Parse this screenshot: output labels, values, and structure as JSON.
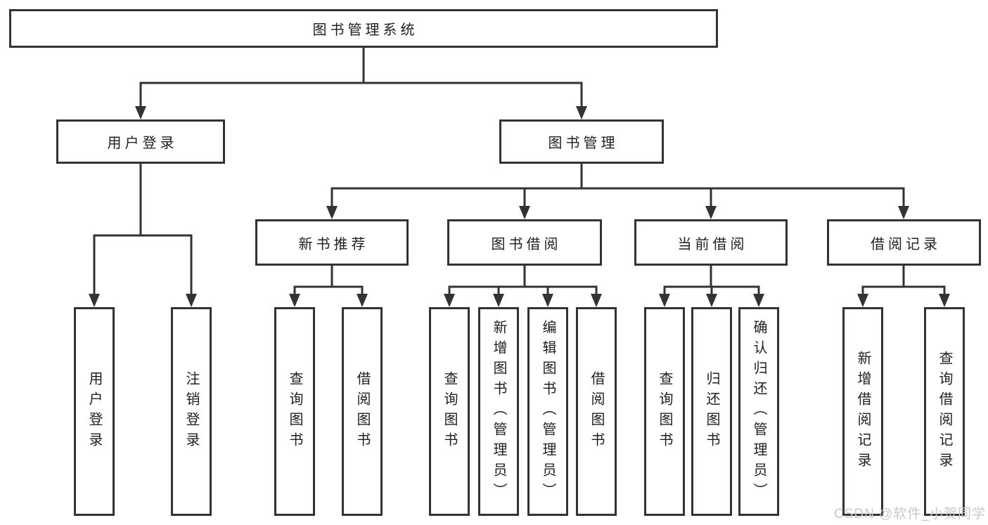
{
  "diagram_title": "图书管理系统",
  "nodes": {
    "root": {
      "label": "图书管理系统"
    },
    "user_login": {
      "label": "用户登录"
    },
    "book_mgmt": {
      "label": "图书管理"
    },
    "new_book_rec": {
      "label": "新书推荐"
    },
    "book_borrow": {
      "label": "图书借阅"
    },
    "current_borrow": {
      "label": "当前借阅"
    },
    "borrow_records": {
      "label": "借阅记录"
    },
    "ul_login": {
      "label": "用户登录"
    },
    "ul_logout": {
      "label": "注销登录"
    },
    "nb_query": {
      "label": "查询图书"
    },
    "nb_borrow": {
      "label": "借阅图书"
    },
    "bb_query": {
      "label": "查询图书"
    },
    "bb_add": {
      "label": "新增图书（管理员）"
    },
    "bb_edit": {
      "label": "编辑图书（管理员）"
    },
    "bb_borrow": {
      "label": "借阅图书"
    },
    "cb_query": {
      "label": "查询图书"
    },
    "cb_return": {
      "label": "归还图书"
    },
    "cb_confirm": {
      "label": "确认归还（管理员）"
    },
    "br_add": {
      "label": "新增借阅记录"
    },
    "br_query": {
      "label": "查询借阅记录"
    }
  },
  "hierarchy": {
    "root": [
      "user_login",
      "book_mgmt"
    ],
    "user_login": [
      "ul_login",
      "ul_logout"
    ],
    "book_mgmt": [
      "new_book_rec",
      "book_borrow",
      "current_borrow",
      "borrow_records"
    ],
    "new_book_rec": [
      "nb_query",
      "nb_borrow"
    ],
    "book_borrow": [
      "bb_query",
      "bb_add",
      "bb_edit",
      "bb_borrow"
    ],
    "current_borrow": [
      "cb_query",
      "cb_return",
      "cb_confirm"
    ],
    "borrow_records": [
      "br_add",
      "br_query"
    ]
  },
  "watermark": {
    "text": "CSDN @软件_小贺同学",
    "color": "#c8c8c8"
  },
  "colors": {
    "line": "#333333",
    "box_border": "#333333",
    "box_bg": "#ffffff",
    "text": "#1f1f1f",
    "background": "#ffffff"
  }
}
